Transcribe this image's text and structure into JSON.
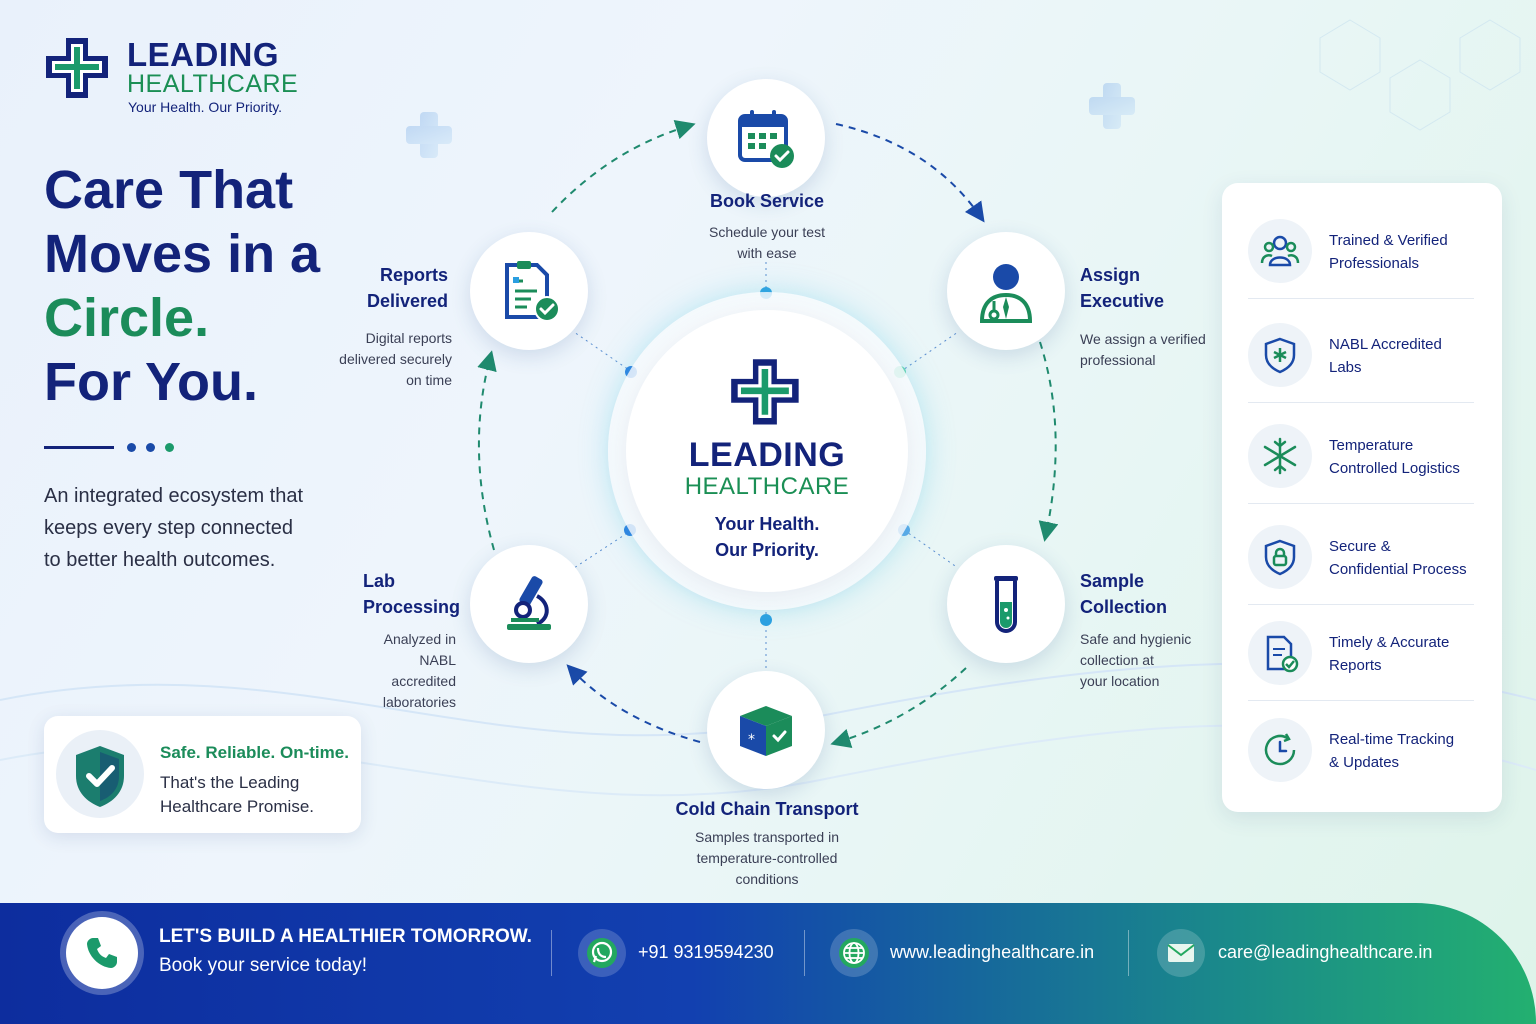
{
  "brand": {
    "name_line1": "LEADING",
    "name_line2": "HEALTHCARE",
    "tagline": "Your Health. Our Priority."
  },
  "hero": {
    "line1": "Care That",
    "line2": "Moves in a",
    "line3": "Circle.",
    "line4": "For You.",
    "intro": "An integrated ecosystem that keeps every step connected to better health outcomes."
  },
  "promise": {
    "headline": "Safe. Reliable. On-time.",
    "body": "That's the Leading Healthcare Promise."
  },
  "center": {
    "name_line1": "LEADING",
    "name_line2": "HEALTHCARE",
    "tag_line1": "Your Health.",
    "tag_line2": "Our Priority."
  },
  "steps": [
    {
      "title": "Book Service",
      "desc_line1": "Schedule your test",
      "desc_line2": "with ease",
      "icon": "calendar-check-icon"
    },
    {
      "title_line1": "Assign",
      "title_line2": "Executive",
      "desc_line1": "We assign a verified",
      "desc_line2": "professional",
      "icon": "doctor-icon"
    },
    {
      "title_line1": "Sample",
      "title_line2": "Collection",
      "desc_line1": "Safe and hygienic",
      "desc_line2": "collection at",
      "desc_line3": "your location",
      "icon": "test-tube-icon"
    },
    {
      "title": "Cold Chain Transport",
      "desc_line1": "Samples transported in",
      "desc_line2": "temperature-controlled",
      "desc_line3": "conditions",
      "icon": "cold-box-icon"
    },
    {
      "title_line1": "Lab",
      "title_line2": "Processing",
      "desc_line1": "Analyzed in NABL",
      "desc_line2": "accredited",
      "desc_line3": "laboratories",
      "icon": "microscope-icon"
    },
    {
      "title_line1": "Reports",
      "title_line2": "Delivered",
      "desc_line1": "Digital reports",
      "desc_line2": "delivered securely",
      "desc_line3": "on time",
      "icon": "report-check-icon"
    }
  ],
  "features": [
    {
      "line1": "Trained & Verified",
      "line2": "Professionals",
      "icon": "team-icon"
    },
    {
      "line1": "NABL Accredited",
      "line2": "Labs",
      "icon": "shield-snowflake-icon"
    },
    {
      "line1": "Temperature",
      "line2": "Controlled Logistics",
      "icon": "snowflake-icon"
    },
    {
      "line1": "Secure &",
      "line2": "Confidential Process",
      "icon": "shield-lock-icon"
    },
    {
      "line1": "Timely & Accurate",
      "line2": "Reports",
      "icon": "document-check-icon"
    },
    {
      "line1": "Real-time Tracking",
      "line2": "& Updates",
      "icon": "clock-refresh-icon"
    }
  ],
  "footer": {
    "cta_line1": "LET'S BUILD A HEALTHIER TOMORROW.",
    "cta_line2": "Book your service today!",
    "phone": "+91 9319594230",
    "website": "www.leadinghealthcare.in",
    "email": "care@leadinghealthcare.in"
  },
  "colors": {
    "navy": "#13237a",
    "green": "#1b8c5a",
    "teal": "#1f9a8a"
  }
}
